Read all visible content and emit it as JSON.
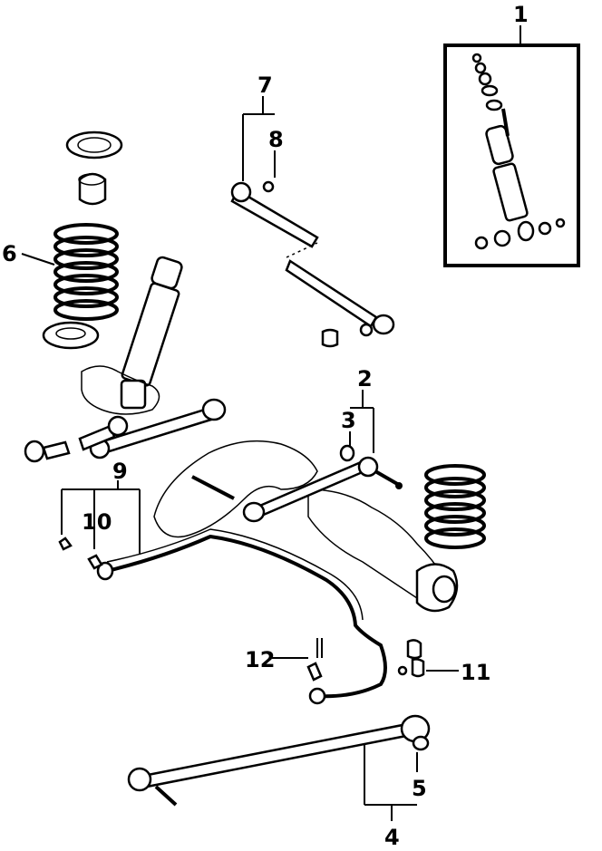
{
  "diagram": {
    "callouts": {
      "c1": "1",
      "c2": "2",
      "c3": "3",
      "c4": "4",
      "c5": "5",
      "c6": "6",
      "c7": "7",
      "c8": "8",
      "c9": "9",
      "c10": "10",
      "c11": "11",
      "c12": "12"
    },
    "colors": {
      "ink": "#000000",
      "paper": "#ffffff"
    }
  }
}
